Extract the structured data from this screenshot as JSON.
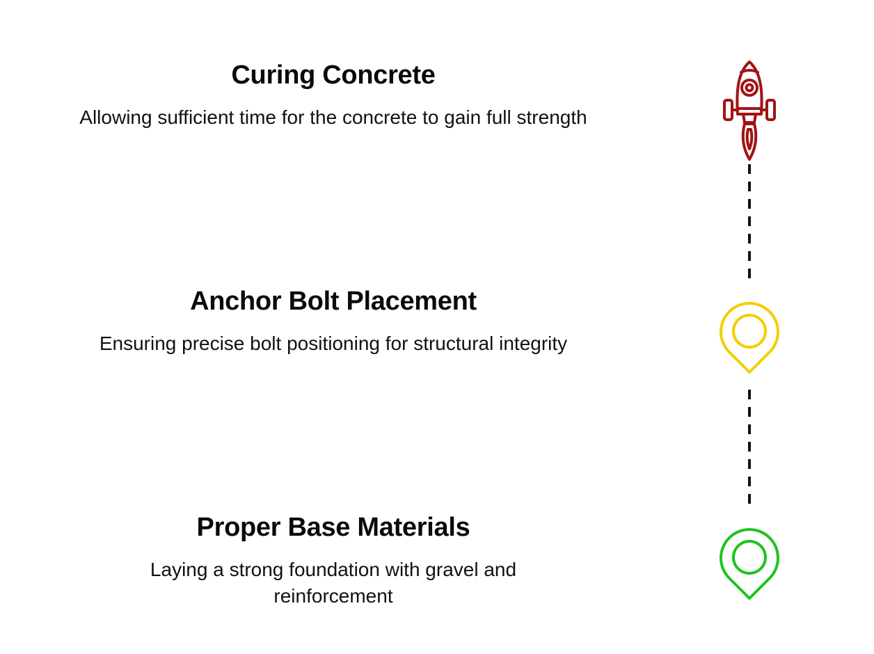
{
  "steps": [
    {
      "title": "Curing Concrete",
      "description": "Allowing sufficient time for the concrete to gain full strength",
      "icon": "rocket-icon",
      "color": "#a11414"
    },
    {
      "title": "Anchor Bolt Placement",
      "description": "Ensuring precise bolt positioning for structural integrity",
      "icon": "location-pin-icon",
      "color": "#f2cf00"
    },
    {
      "title": "Proper Base Materials",
      "description": "Laying a strong foundation with gravel and reinforcement",
      "icon": "location-pin-icon",
      "color": "#1ec41e"
    }
  ],
  "connector_color": "#111111"
}
